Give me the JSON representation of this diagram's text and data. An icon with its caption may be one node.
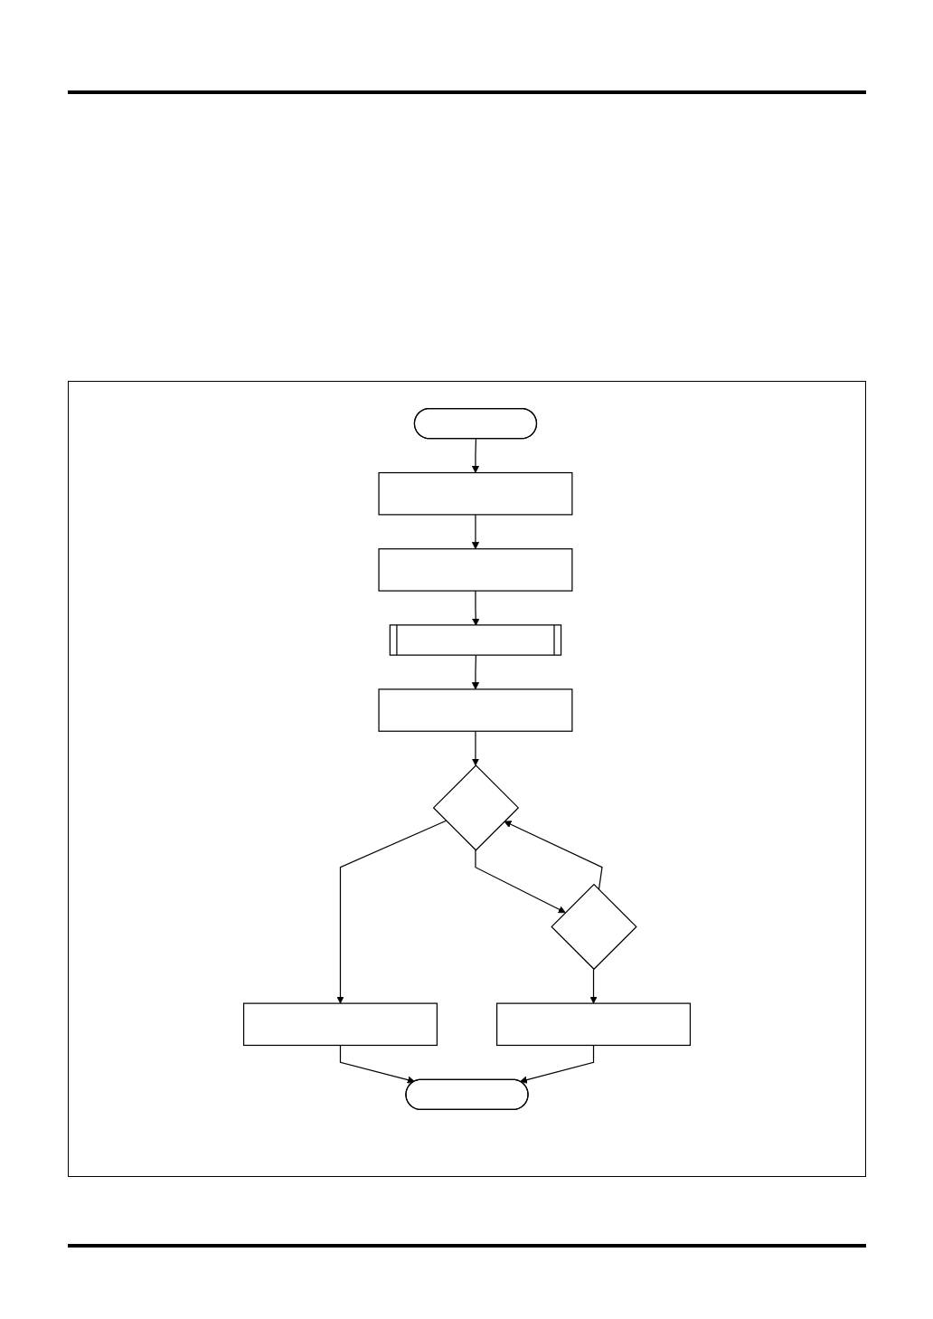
{
  "diagram": {
    "nodes": [
      {
        "text": [],
        "shape": "terminal"
      },
      {
        "text": [],
        "shape": "box"
      },
      {
        "text": [],
        "shape": "box"
      },
      {
        "text": [],
        "shape": "subroutine"
      },
      {
        "text": [],
        "shape": "box"
      },
      {
        "text": [],
        "shape": "diamond"
      },
      {
        "text": [],
        "shape": "diamond"
      },
      {
        "text": [],
        "shape": "box"
      },
      {
        "text": [],
        "shape": "box"
      },
      {
        "text": [],
        "shape": "terminal"
      }
    ],
    "edges": [
      {
        "from": 0,
        "to": 1,
        "arrow": "to"
      },
      {
        "from": 1,
        "to": 2,
        "arrow": "to"
      },
      {
        "from": 2,
        "to": 3,
        "arrow": "to"
      },
      {
        "from": 3,
        "to": 4,
        "arrow": "to"
      },
      {
        "from": 4,
        "to": 5,
        "arrow": "to"
      },
      {
        "from": 5,
        "to": 7,
        "arrow": "to"
      },
      {
        "from": 5,
        "to": 6,
        "arrow": "to"
      },
      {
        "from": 6,
        "to": 5,
        "arrow": "to"
      },
      {
        "from": 6,
        "to": 8,
        "arrow": "to"
      },
      {
        "from": 7,
        "to": 9,
        "arrow": "to"
      },
      {
        "from": 8,
        "to": 9,
        "arrow": "to"
      }
    ]
  }
}
